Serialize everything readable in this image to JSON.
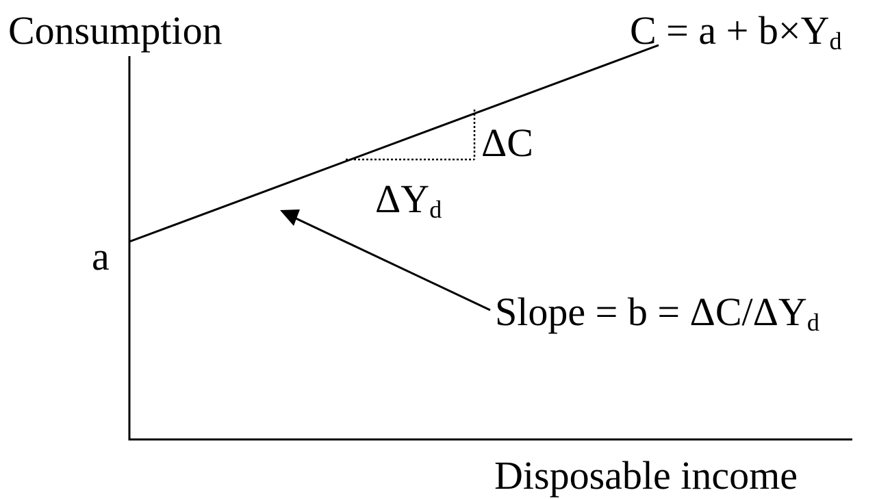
{
  "labels": {
    "y_axis": "Consumption",
    "x_axis": "Disposable income",
    "intercept": "a",
    "equation": {
      "main": "C = a + b×Y",
      "sub": "d"
    },
    "delta_c": "ΔC",
    "delta_yd": {
      "main": "ΔY",
      "sub": "d"
    },
    "slope": {
      "main": "Slope = b = ΔC/ΔY",
      "sub": "d"
    }
  },
  "colors": {
    "ink": "#000000",
    "background": "#ffffff"
  }
}
